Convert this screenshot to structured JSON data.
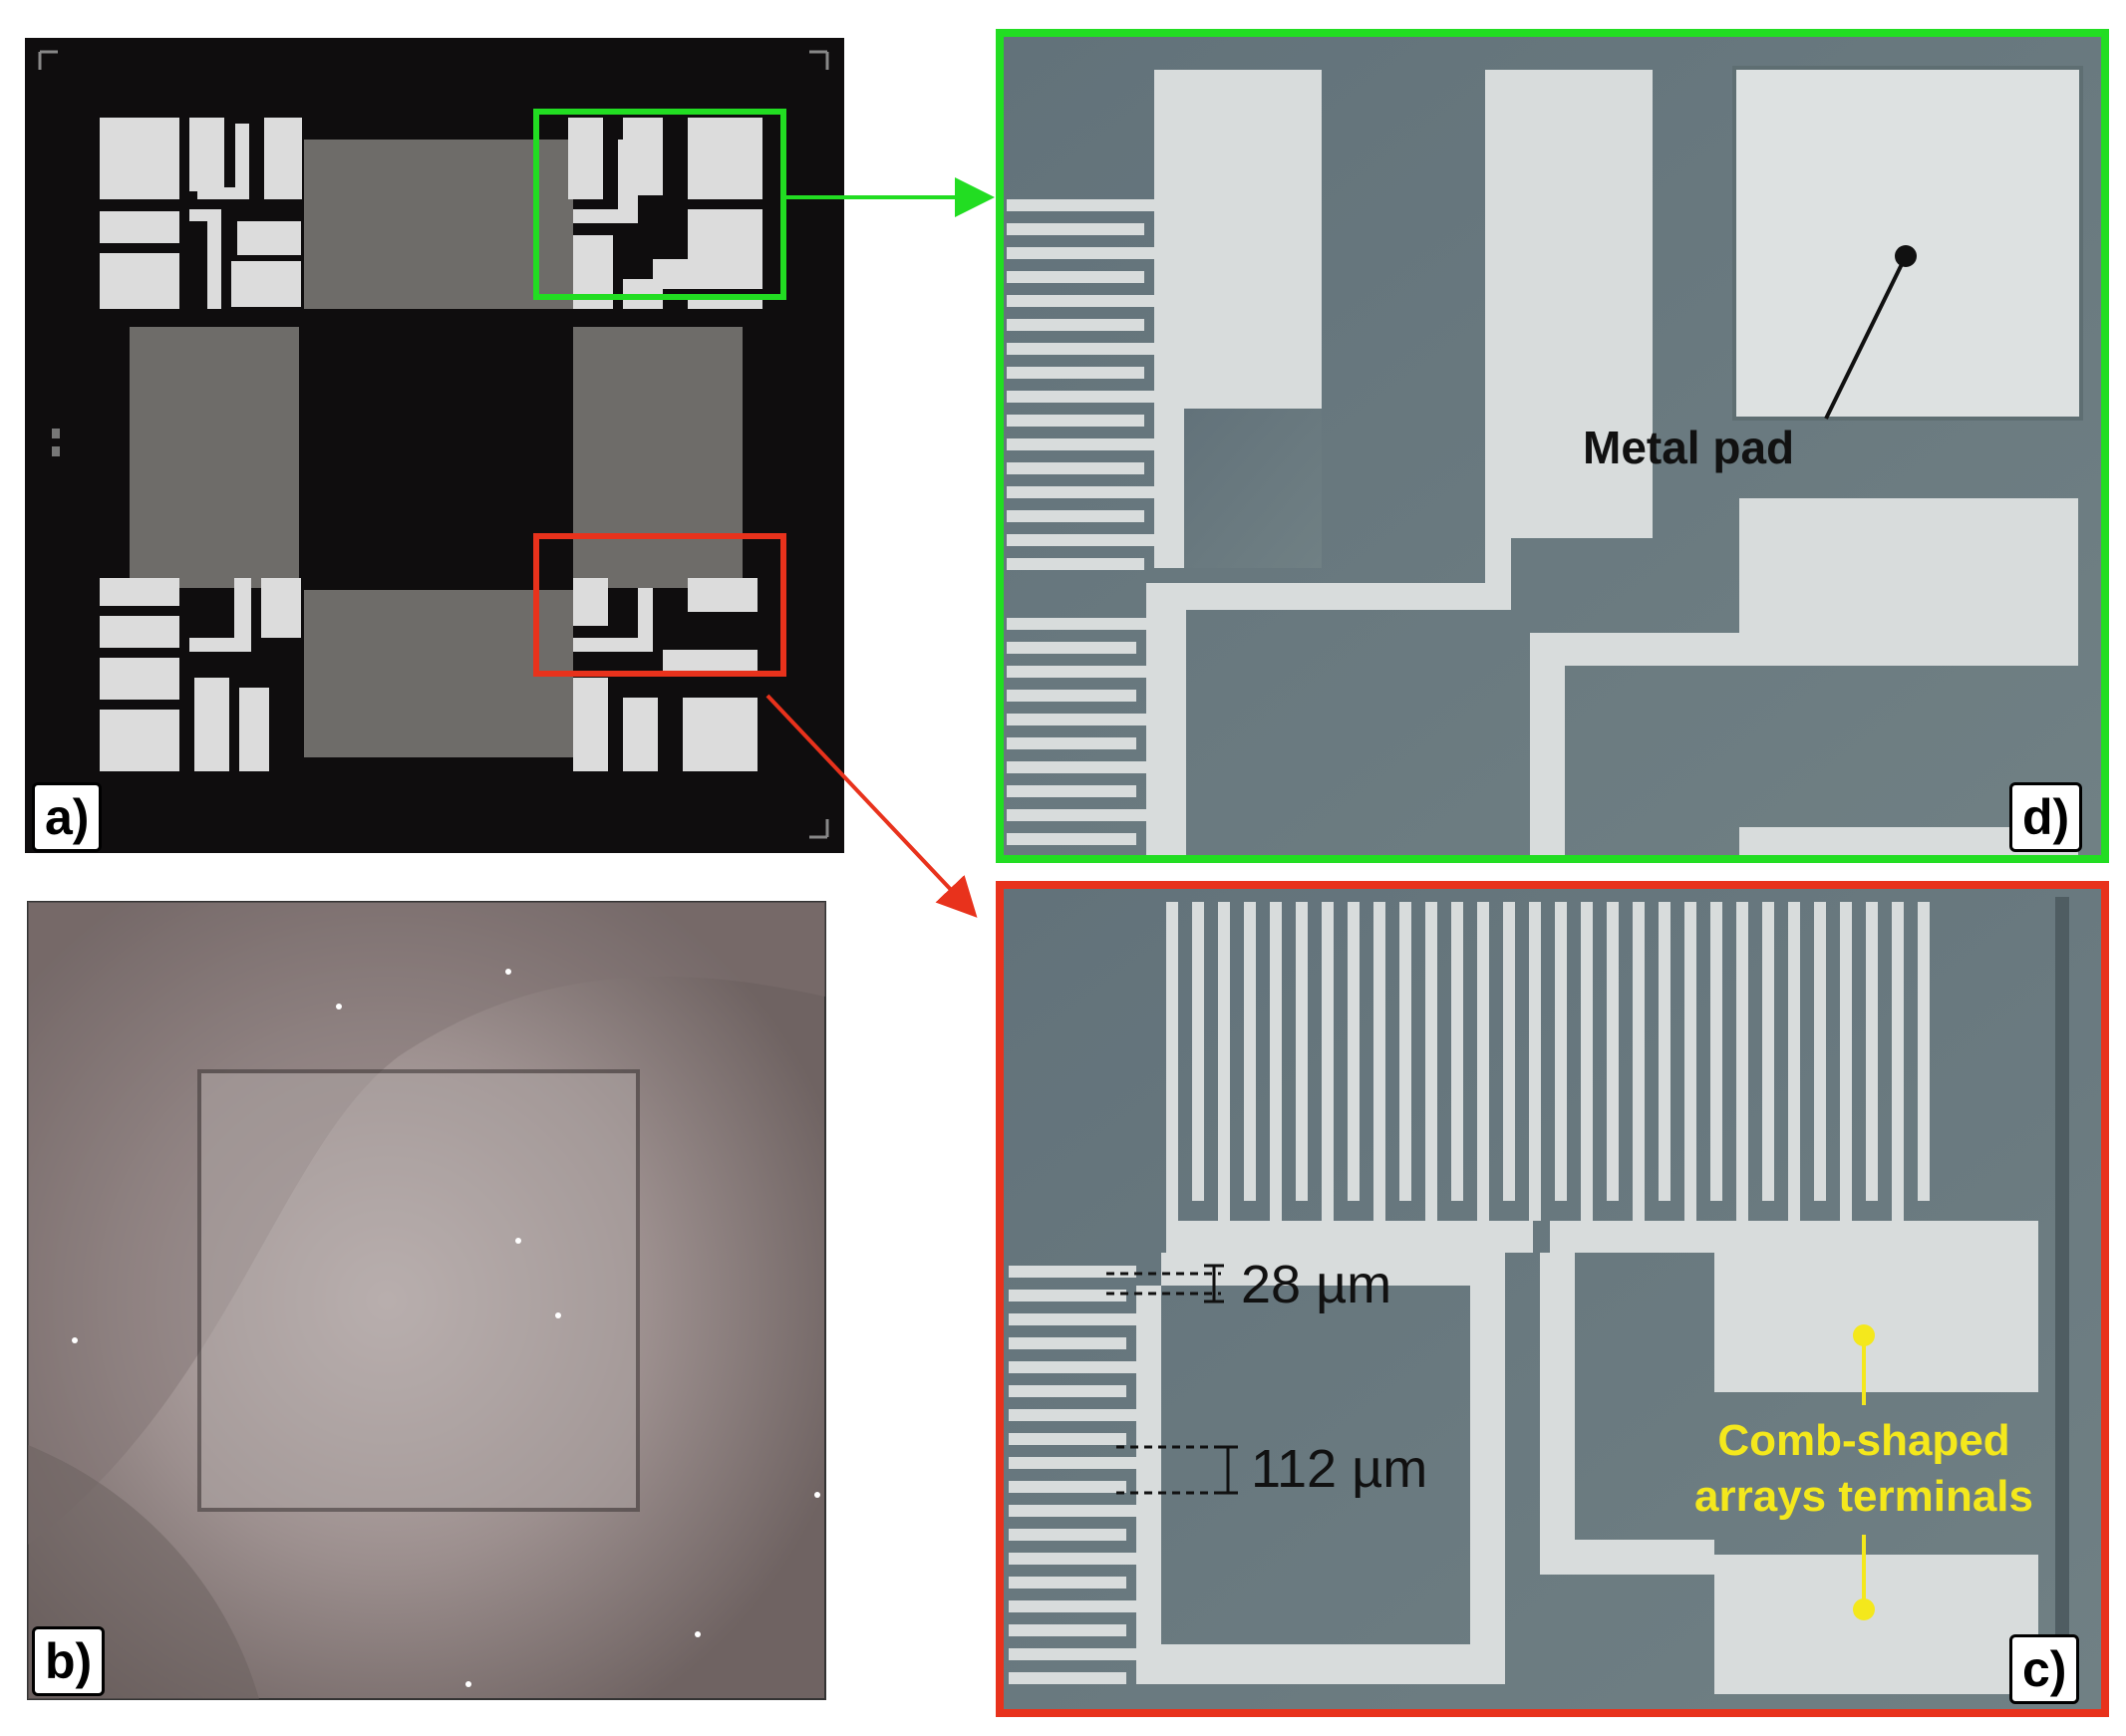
{
  "panels": {
    "a": {
      "label": "a)"
    },
    "b": {
      "label": "b)"
    },
    "c": {
      "label": "c)",
      "border_color": "#e8321c",
      "measure_small": "28 µm",
      "measure_large": "112 µm",
      "terminals_line1": "Comb-shaped",
      "terminals_line2": "arrays terminals",
      "annotation_color": "#f4e81c"
    },
    "d": {
      "label": "d)",
      "border_color": "#22dd22",
      "pad_label": "Metal pad"
    }
  },
  "colors": {
    "highlight_green": "#22dd22",
    "highlight_red": "#e8321c",
    "metal": "#d8dcdc",
    "substrate_micro": "#6b7b7e",
    "chip_dark": "#0f0d0e",
    "film_gray": "#6e6c69",
    "panel_b_bg": "#8a7b7a"
  }
}
